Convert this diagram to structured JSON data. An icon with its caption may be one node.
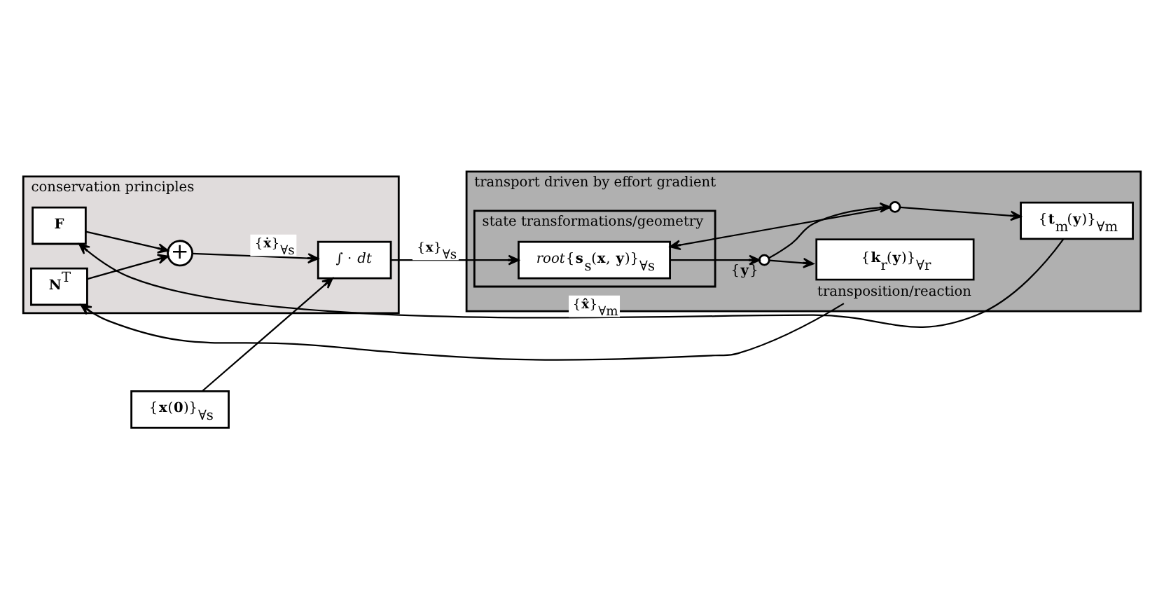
{
  "diagram": {
    "nodes": [
      {
        "text": [
          "conservation principles"
        ]
      },
      {
        "text": [
          "**F**"
        ],
        "in": 0
      },
      {
        "text": [
          "∫ · *dt*"
        ],
        "in": 0
      },
      {
        "text": [
          "**N**$^{T}$"
        ],
        "in": 0
      },
      {
        "text": [
          "+"
        ],
        "in": 0
      },
      {
        "text": [
          "transport driven by effort gradient"
        ]
      },
      {
        "text": [
          "{**t**$_{m}$(**y**)}$_{∀m}$"
        ],
        "in": 5
      },
      {
        "text": [
          "state transformations/geometry"
        ],
        "in": 5
      },
      {
        "text": [
          "*root*{**s**$_{s}$(**x**, **y**)}$_{∀s}$"
        ],
        "in": 7
      },
      {
        "text": [
          "{**k**$_{r}$(**y**)}$_{∀r}$"
        ],
        "beside": [
          "transposition/reaction"
        ],
        "in": 5
      },
      {
        "text": [],
        "shape": "circle",
        "in": 5
      },
      {
        "text": [],
        "shape": "circle",
        "beside": [
          "{**y**}"
        ],
        "in": 5
      },
      {
        "text": [
          "{**x**(**0**)}$_{∀s}$"
        ]
      }
    ],
    "edges": [
      {
        "from": 6,
        "to": 1,
        "arrow": "to",
        "label": "{**x̂**}$_{∀m}$"
      },
      {
        "from": 1,
        "to": 4,
        "arrow": "to"
      },
      {
        "from": 3,
        "to": 4,
        "arrow": "to"
      },
      {
        "from": 4,
        "to": 2,
        "arrow": "to",
        "label": "{**ẋ**}$_{∀s}$"
      },
      {
        "from": 12,
        "to": 2,
        "arrow": "to"
      },
      {
        "from": 2,
        "to": 8,
        "arrow": "to",
        "label": "{**x**}$_{∀s}$"
      },
      {
        "from": 8,
        "to": 11,
        "arrow": "to"
      },
      {
        "from": 11,
        "to": 10,
        "arrow": "to"
      },
      {
        "from": 10,
        "to": 6,
        "arrow": "to"
      },
      {
        "from": 10,
        "to": 8,
        "arrow": "to"
      },
      {
        "from": 11,
        "to": 9,
        "arrow": "to"
      },
      {
        "from": 9,
        "to": 3,
        "arrow": "to"
      }
    ]
  }
}
